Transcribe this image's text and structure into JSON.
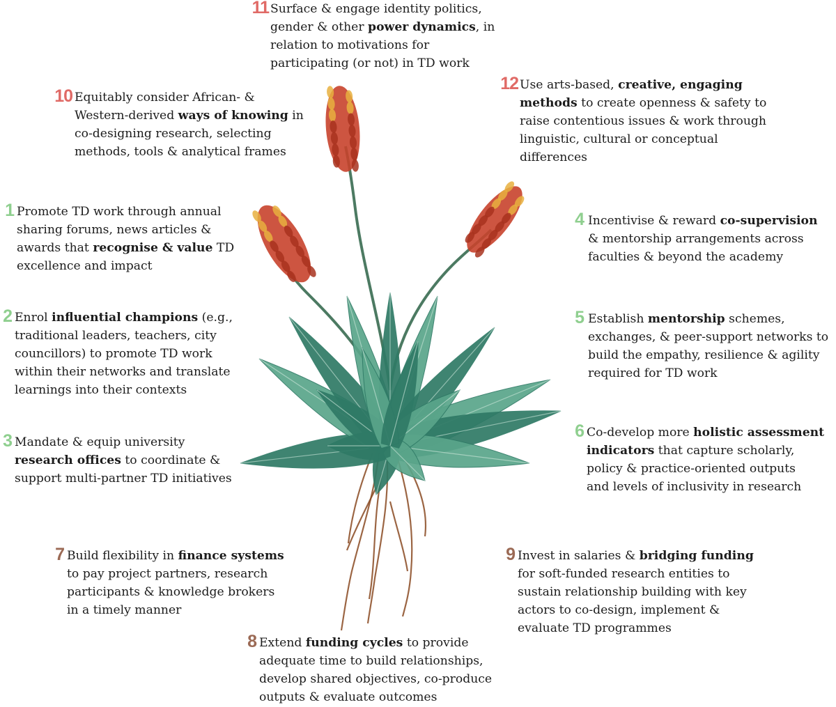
{
  "colors": {
    "red": "#e06a66",
    "green": "#8fcf8f",
    "brown": "#9b6a55",
    "leaf": "#5aa58a",
    "leaf_dark": "#2f7a66",
    "stem": "#4c7a62",
    "flower": "#c8432c",
    "flower_tip": "#e8b040",
    "root": "#8a4a22"
  },
  "recommendations": [
    {
      "id": "r1",
      "number": "1",
      "color": "green",
      "lines": [
        [
          {
            "t": "Promote TD work through annual"
          }
        ],
        [
          {
            "t": "sharing forums, news articles &"
          }
        ],
        [
          {
            "t": "awards that "
          },
          {
            "t": "recognise & value",
            "b": true
          },
          {
            "t": " TD"
          }
        ],
        [
          {
            "t": "excellence and impact"
          }
        ]
      ]
    },
    {
      "id": "r2",
      "number": "2",
      "color": "green",
      "lines": [
        [
          {
            "t": "Enrol "
          },
          {
            "t": "influential champions",
            "b": true
          },
          {
            "t": " (e.g.,"
          }
        ],
        [
          {
            "t": "traditional leaders, teachers, city"
          }
        ],
        [
          {
            "t": "councillors) to promote TD work"
          }
        ],
        [
          {
            "t": "within their networks and translate"
          }
        ],
        [
          {
            "t": "learnings into their contexts"
          }
        ]
      ]
    },
    {
      "id": "r3",
      "number": "3",
      "color": "green",
      "lines": [
        [
          {
            "t": "Mandate & equip university"
          }
        ],
        [
          {
            "t": "research offices",
            "b": true
          },
          {
            "t": " to coordinate &"
          }
        ],
        [
          {
            "t": "support multi-partner TD initiatives"
          }
        ]
      ]
    },
    {
      "id": "r4",
      "number": "4",
      "color": "green",
      "lines": [
        [
          {
            "t": "Incentivise & reward "
          },
          {
            "t": "co-supervision",
            "b": true
          }
        ],
        [
          {
            "t": "& mentorship arrangements across"
          }
        ],
        [
          {
            "t": "faculties & beyond the academy"
          }
        ]
      ]
    },
    {
      "id": "r5",
      "number": "5",
      "color": "green",
      "lines": [
        [
          {
            "t": "Establish "
          },
          {
            "t": "mentorship",
            "b": true
          },
          {
            "t": " schemes,"
          }
        ],
        [
          {
            "t": "exchanges, & peer-support networks to"
          }
        ],
        [
          {
            "t": "build the empathy, resilience & agility"
          }
        ],
        [
          {
            "t": "required for TD work"
          }
        ]
      ]
    },
    {
      "id": "r6",
      "number": "6",
      "color": "green",
      "lines": [
        [
          {
            "t": "Co-develop more "
          },
          {
            "t": "holistic assessment",
            "b": true
          }
        ],
        [
          {
            "t": "indicators",
            "b": true
          },
          {
            "t": " that capture scholarly,"
          }
        ],
        [
          {
            "t": "policy & practice-oriented outputs"
          }
        ],
        [
          {
            "t": "and levels of inclusivity in research"
          }
        ]
      ]
    },
    {
      "id": "r7",
      "number": "7",
      "color": "brown",
      "lines": [
        [
          {
            "t": "Build flexibility in "
          },
          {
            "t": "finance systems",
            "b": true
          }
        ],
        [
          {
            "t": "to pay project partners, research"
          }
        ],
        [
          {
            "t": "participants & knowledge brokers"
          }
        ],
        [
          {
            "t": "in a timely manner"
          }
        ]
      ]
    },
    {
      "id": "r8",
      "number": "8",
      "color": "brown",
      "lines": [
        [
          {
            "t": "Extend "
          },
          {
            "t": "funding cycles",
            "b": true
          },
          {
            "t": " to provide"
          }
        ],
        [
          {
            "t": "adequate time to build relationships,"
          }
        ],
        [
          {
            "t": "develop shared objectives, co-produce"
          }
        ],
        [
          {
            "t": "outputs & evaluate outcomes"
          }
        ]
      ]
    },
    {
      "id": "r9",
      "number": "9",
      "color": "brown",
      "lines": [
        [
          {
            "t": "Invest in salaries & "
          },
          {
            "t": "bridging funding",
            "b": true
          }
        ],
        [
          {
            "t": "for soft-funded research entities to"
          }
        ],
        [
          {
            "t": "sustain relationship building with key"
          }
        ],
        [
          {
            "t": "actors to co-design, implement &"
          }
        ],
        [
          {
            "t": "evaluate TD programmes"
          }
        ]
      ]
    },
    {
      "id": "r10",
      "number": "10",
      "color": "red",
      "lines": [
        [
          {
            "t": "Equitably consider African- &"
          }
        ],
        [
          {
            "t": "Western-derived "
          },
          {
            "t": "ways of knowing",
            "b": true
          },
          {
            "t": " in"
          }
        ],
        [
          {
            "t": "co-designing research, selecting"
          }
        ],
        [
          {
            "t": "methods, tools & analytical frames"
          }
        ]
      ]
    },
    {
      "id": "r11",
      "number": "11",
      "color": "red",
      "lines": [
        [
          {
            "t": "Surface & engage identity politics,"
          }
        ],
        [
          {
            "t": "gender & other "
          },
          {
            "t": "power dynamics",
            "b": true
          },
          {
            "t": ", in"
          }
        ],
        [
          {
            "t": "relation to motivations for"
          }
        ],
        [
          {
            "t": "participating (or not) in TD work"
          }
        ]
      ]
    },
    {
      "id": "r12",
      "number": "12",
      "color": "red",
      "lines": [
        [
          {
            "t": "Use arts-based, "
          },
          {
            "t": "creative, engaging",
            "b": true
          }
        ],
        [
          {
            "t": "methods",
            "b": true
          },
          {
            "t": " to create openness & safety to"
          }
        ],
        [
          {
            "t": "raise contentious issues & work through"
          }
        ],
        [
          {
            "t": "linguistic, cultural or conceptual"
          }
        ],
        [
          {
            "t": "differences"
          }
        ]
      ]
    }
  ]
}
